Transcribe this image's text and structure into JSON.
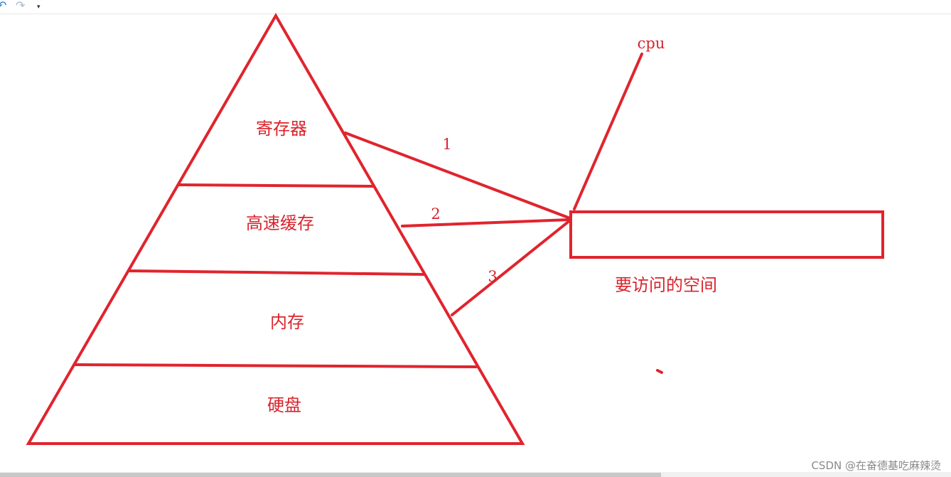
{
  "toolbar": {
    "undo_icon": "undo-icon",
    "redo_icon": "redo-icon",
    "more_icon": "dropdown-arrow-icon"
  },
  "diagram": {
    "layers": [
      {
        "label": "寄存器"
      },
      {
        "label": "高速缓存"
      },
      {
        "label": "内存"
      },
      {
        "label": "硬盘"
      }
    ],
    "arrows": [
      {
        "label": "1"
      },
      {
        "label": "2"
      },
      {
        "label": "3"
      }
    ],
    "cpu_label": "cpu",
    "target_label": "要访问的空间",
    "stroke_color": "#e0242e"
  },
  "watermark": "CSDN @在奋德基吃麻辣烫"
}
